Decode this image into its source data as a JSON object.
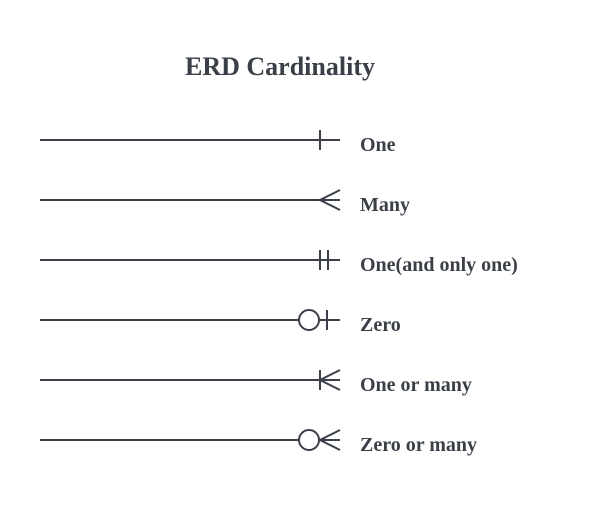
{
  "title": "ERD Cardinality",
  "stroke_color": "#3a3f48",
  "rows": [
    {
      "label": "One",
      "symbol": "one-icon"
    },
    {
      "label": "Many",
      "symbol": "many-icon"
    },
    {
      "label": "One(and only one)",
      "symbol": "one-and-only-one-icon"
    },
    {
      "label": "Zero",
      "symbol": "zero-icon"
    },
    {
      "label": "One or many",
      "symbol": "one-or-many-icon"
    },
    {
      "label": "Zero or many",
      "symbol": "zero-or-many-icon"
    }
  ]
}
